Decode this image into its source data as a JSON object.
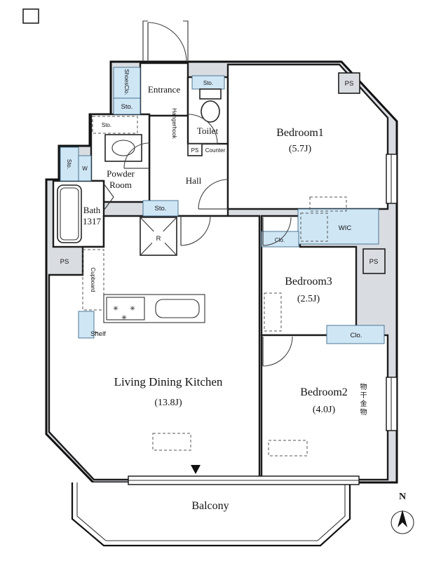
{
  "plan": {
    "rooms": {
      "entrance": {
        "label": "Entrance"
      },
      "hall": {
        "label": "Hall"
      },
      "toilet": {
        "label": "Toilet"
      },
      "powder_room": {
        "line1": "Powder",
        "line2": "Room"
      },
      "bath": {
        "label": "Bath",
        "size": "1317"
      },
      "bedroom1": {
        "label": "Bedroom1",
        "size": "(5.7J)"
      },
      "bedroom2": {
        "label": "Bedroom2",
        "size": "(4.0J)"
      },
      "bedroom3": {
        "label": "Bedroom3",
        "size": "(2.5J)"
      },
      "ldk": {
        "label": "Living Dining Kitchen",
        "size": "(13.8J)"
      },
      "balcony": {
        "label": "Balcony"
      },
      "wic": {
        "label": "WIC"
      }
    },
    "storage": {
      "shoes_closet": "ShoesClo.",
      "entrance_sto": "Sto.",
      "toilet_sto": "Sto.",
      "powder_sto": "Sto.",
      "utility_sto": "Sto.",
      "hall_sto": "Sto.",
      "bedroom3_closet": "Clo.",
      "bedroom2_closet": "Clo.",
      "cupboard": "Cupboard",
      "shelf": "Shelf",
      "hangerhook": "Hangerhook",
      "counter": "Counter",
      "washing_machine": "W",
      "refrigerator": "R"
    },
    "shafts": {
      "ps_top_right": "PS",
      "ps_mid_right": "PS",
      "ps_left": "PS",
      "ps_hall": "PS"
    },
    "annotations": {
      "laundry_hardware": "物干金物",
      "north": "N"
    },
    "icons": {
      "stove_burner": "✳"
    },
    "colors": {
      "closet_blue": "#cfe6f5",
      "wall_gray": "#d9dde2",
      "line": "#1c1c1c"
    }
  }
}
